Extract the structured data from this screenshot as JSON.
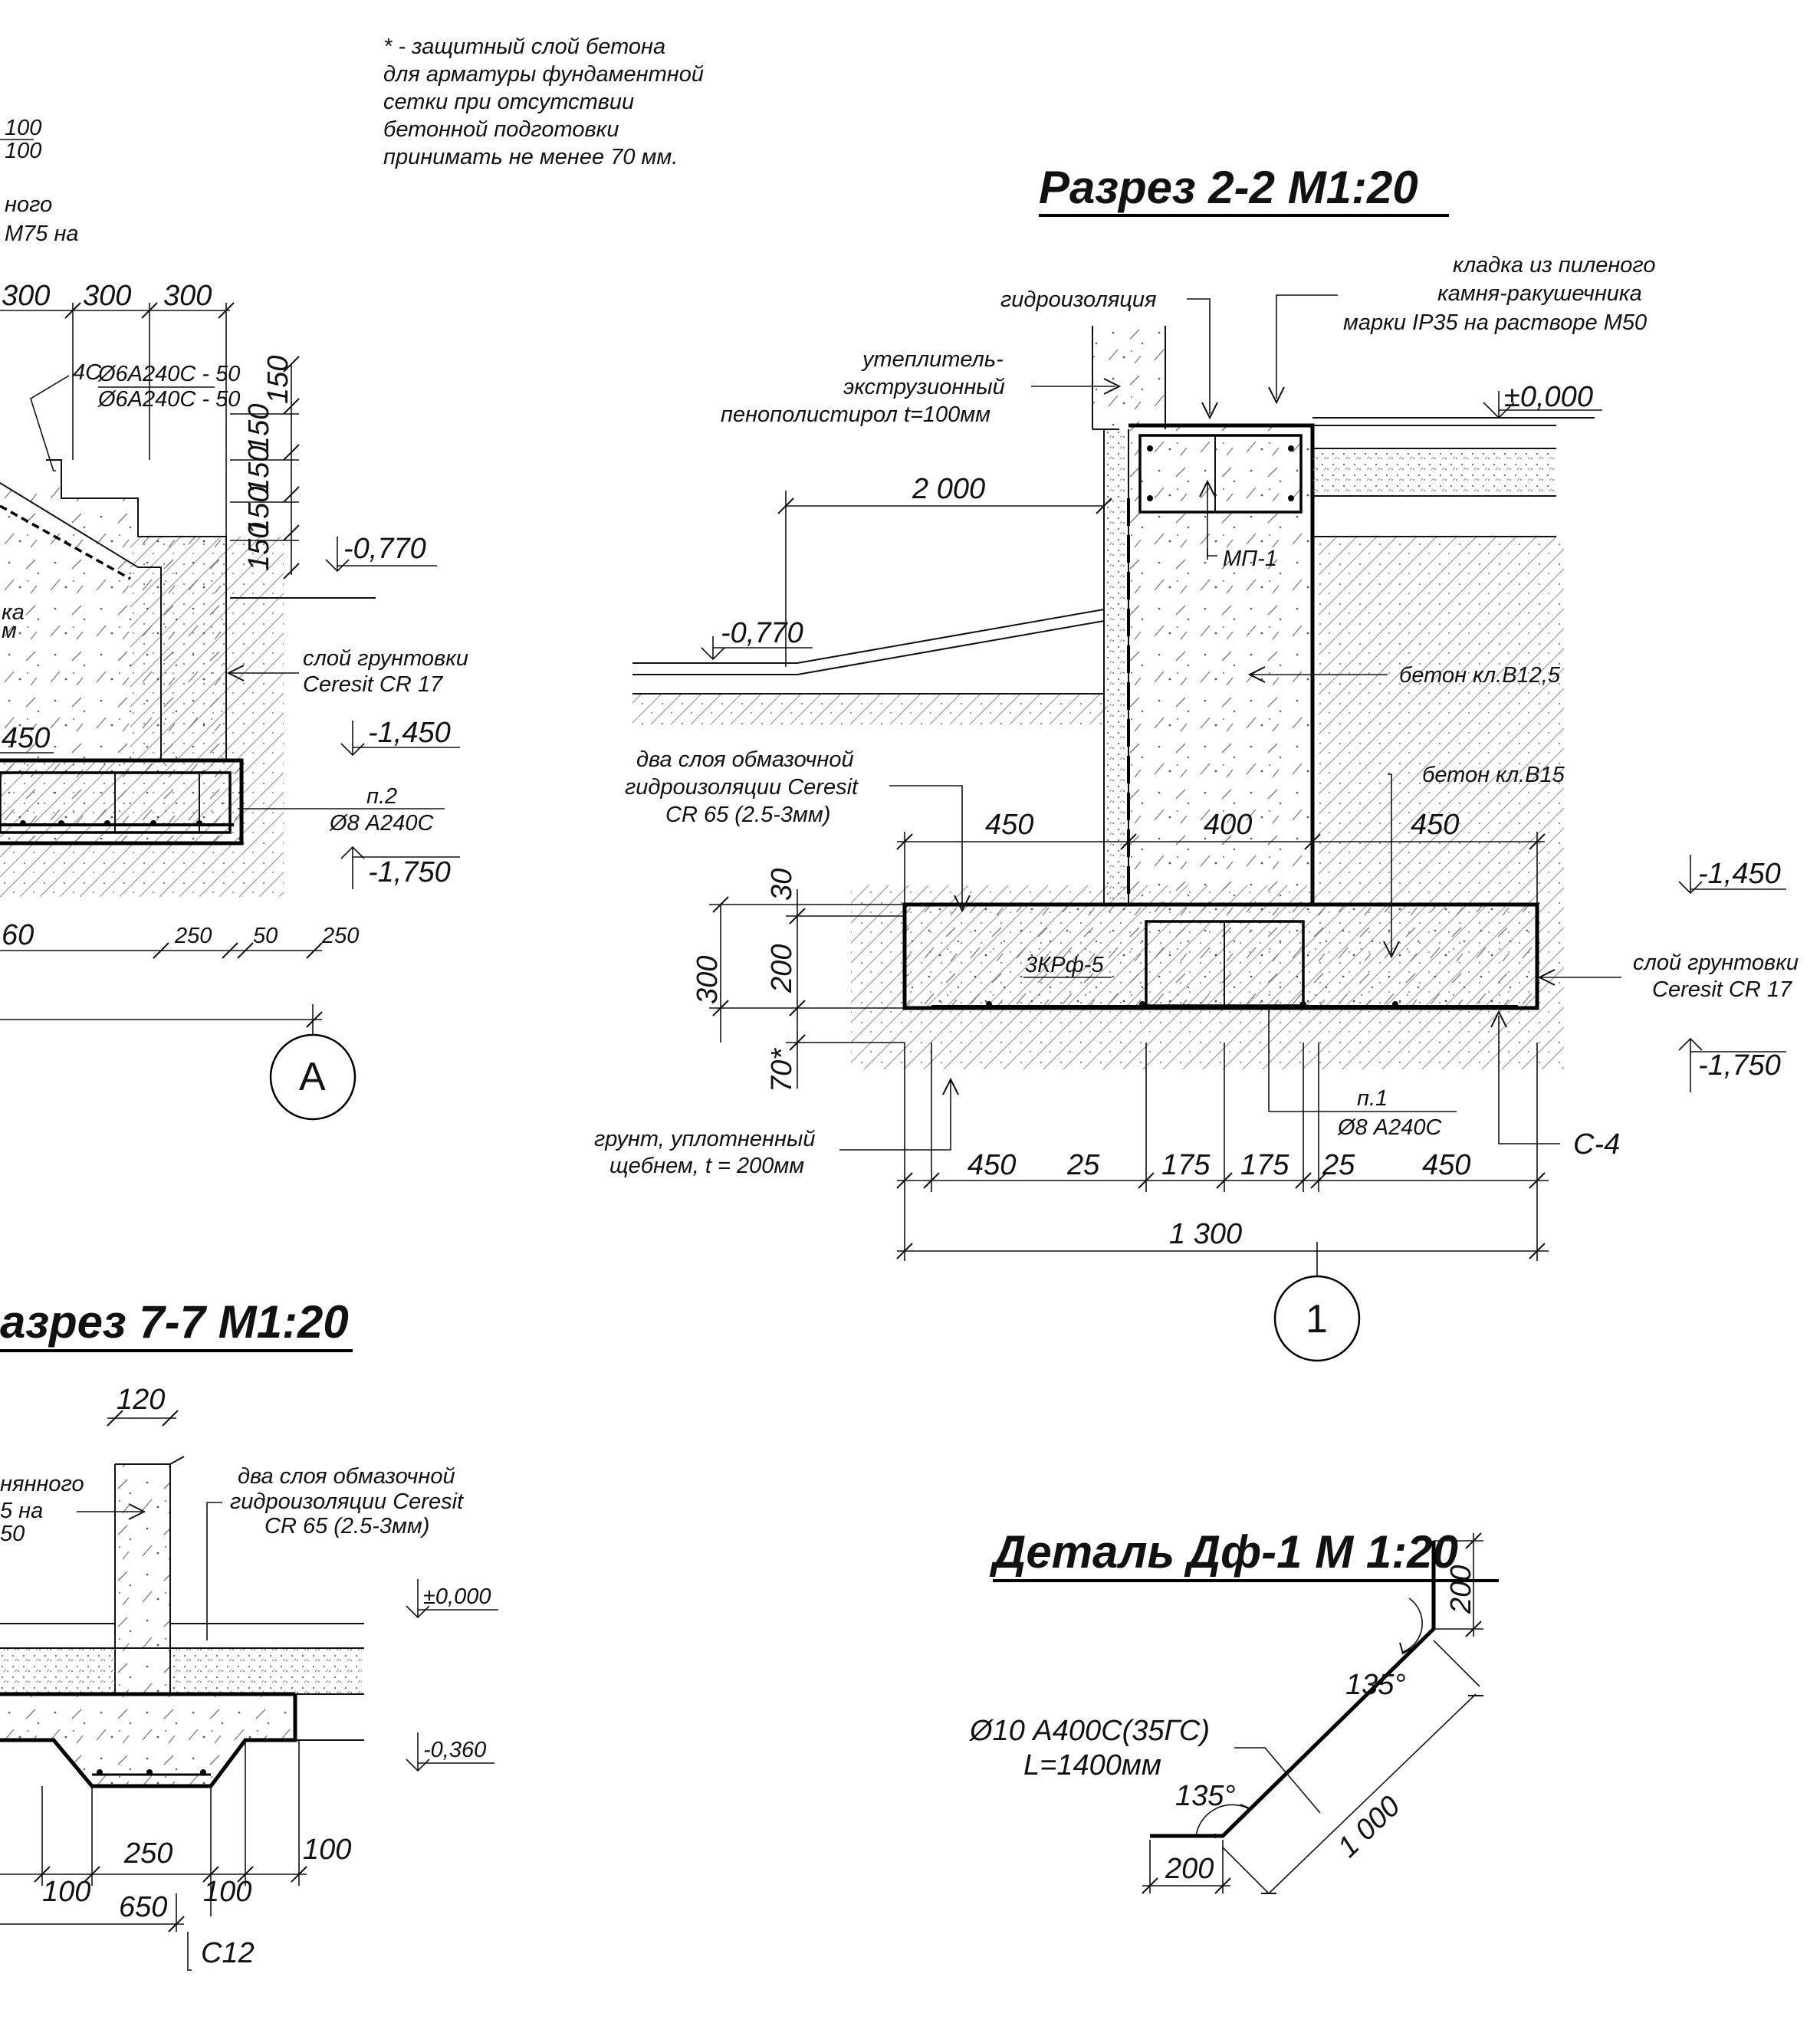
{
  "notes": {
    "protective_layer": [
      "* - защитный слой бетона",
      "для арматуры фундаментной",
      "сетки при отсутствии",
      "бетонной подготовки",
      "принимать не менее 70 мм."
    ],
    "left_top_fragments": [
      "100",
      "100",
      "ного",
      "М75 на"
    ]
  },
  "section22": {
    "title": "Разрез 2-2 М1:20",
    "label_masonry": [
      "кладка из пиленого",
      "камня-ракушечника",
      "марки IP35 на растворе М50"
    ],
    "label_waterproof": "гидроизоляция",
    "label_insulation": [
      "утеплитель-",
      "экструзионный",
      "пенополистирол t=100мм"
    ],
    "label_mp1": "МП-1",
    "label_concrete_b125": "бетон кл.В12,5",
    "label_concrete_b15": "бетон кл.В15",
    "label_coating": [
      "два слоя обмазочной",
      "гидроизоляции Ceresit",
      "CR 65 (2.5-3мм)"
    ],
    "label_primer": [
      "слой грунтовки",
      "Ceresit CR 17"
    ],
    "label_ground": [
      "грунт, уплотненный",
      "щебнем, t = 200мм"
    ],
    "label_mesh": "3КРф-5",
    "label_bar": [
      "п.1",
      "Ø8 А240С"
    ],
    "label_c4": "С-4",
    "elev_zero": "±0,000",
    "elev_1": "-0,770",
    "elev_2": "-1,450",
    "elev_3": "-1,750",
    "dim_slope": "2 000",
    "dims_top": [
      "450",
      "400",
      "450"
    ],
    "dims_left": [
      "30",
      "200",
      "300",
      "70*"
    ],
    "dims_bottom": [
      "450",
      "25",
      "175",
      "175",
      "25",
      "450"
    ],
    "dim_total": "1 300",
    "axis": "1"
  },
  "sectionA": {
    "dims_top": [
      "300",
      "300",
      "300"
    ],
    "bars": [
      "Ø6А240С - 50",
      "Ø6А240С - 50"
    ],
    "bar_mark": "4С",
    "dims_side": [
      "150",
      "150",
      "150",
      "150",
      "150"
    ],
    "elev_1": "-0,770",
    "elev_2": "-1,450",
    "elev_3": "-1,750",
    "elev_left": "450",
    "label_primer": [
      "слой грунтовки",
      "Ceresit CR 17"
    ],
    "label_bar": [
      "п.2",
      "Ø8 А240С"
    ],
    "label_left": [
      "ка",
      "м"
    ],
    "dims_bottom": [
      "60",
      "250",
      "50",
      "250"
    ],
    "axis": "А"
  },
  "section77": {
    "title": "азрез 7-7 М1:20",
    "dim_wall": "120",
    "label_left": [
      "нянного",
      "5 на",
      "50"
    ],
    "label_coating": [
      "два слоя обмазочной",
      "гидроизоляции Ceresit",
      "CR 65 (2.5-3мм)"
    ],
    "elev_zero": "±0,000",
    "elev_1": "-0,360",
    "dims": [
      "250",
      "100",
      "100",
      "100",
      "650"
    ],
    "label_c12": "С12"
  },
  "detail": {
    "title": "Деталь Дф-1 М 1:20",
    "bar": [
      "Ø10 А400С(35ГС)",
      "L=1400мм"
    ],
    "angle_top": "135°",
    "angle_bottom": "135°",
    "dim_top": "200",
    "dim_diag": "1 000",
    "dim_bottom": "200"
  }
}
